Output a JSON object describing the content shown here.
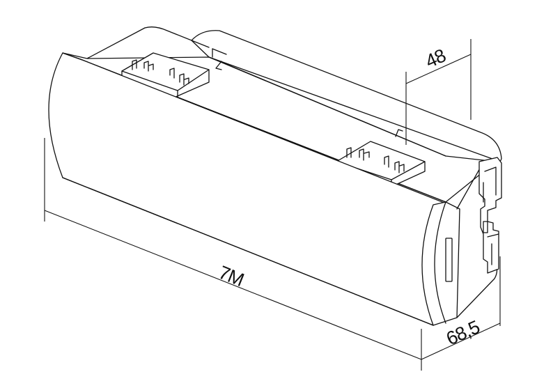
{
  "dimensions": {
    "depth_label": "48",
    "width_label": "7M",
    "height_label": "68,5"
  },
  "colors": {
    "line": "#111111",
    "background": "#ffffff"
  }
}
